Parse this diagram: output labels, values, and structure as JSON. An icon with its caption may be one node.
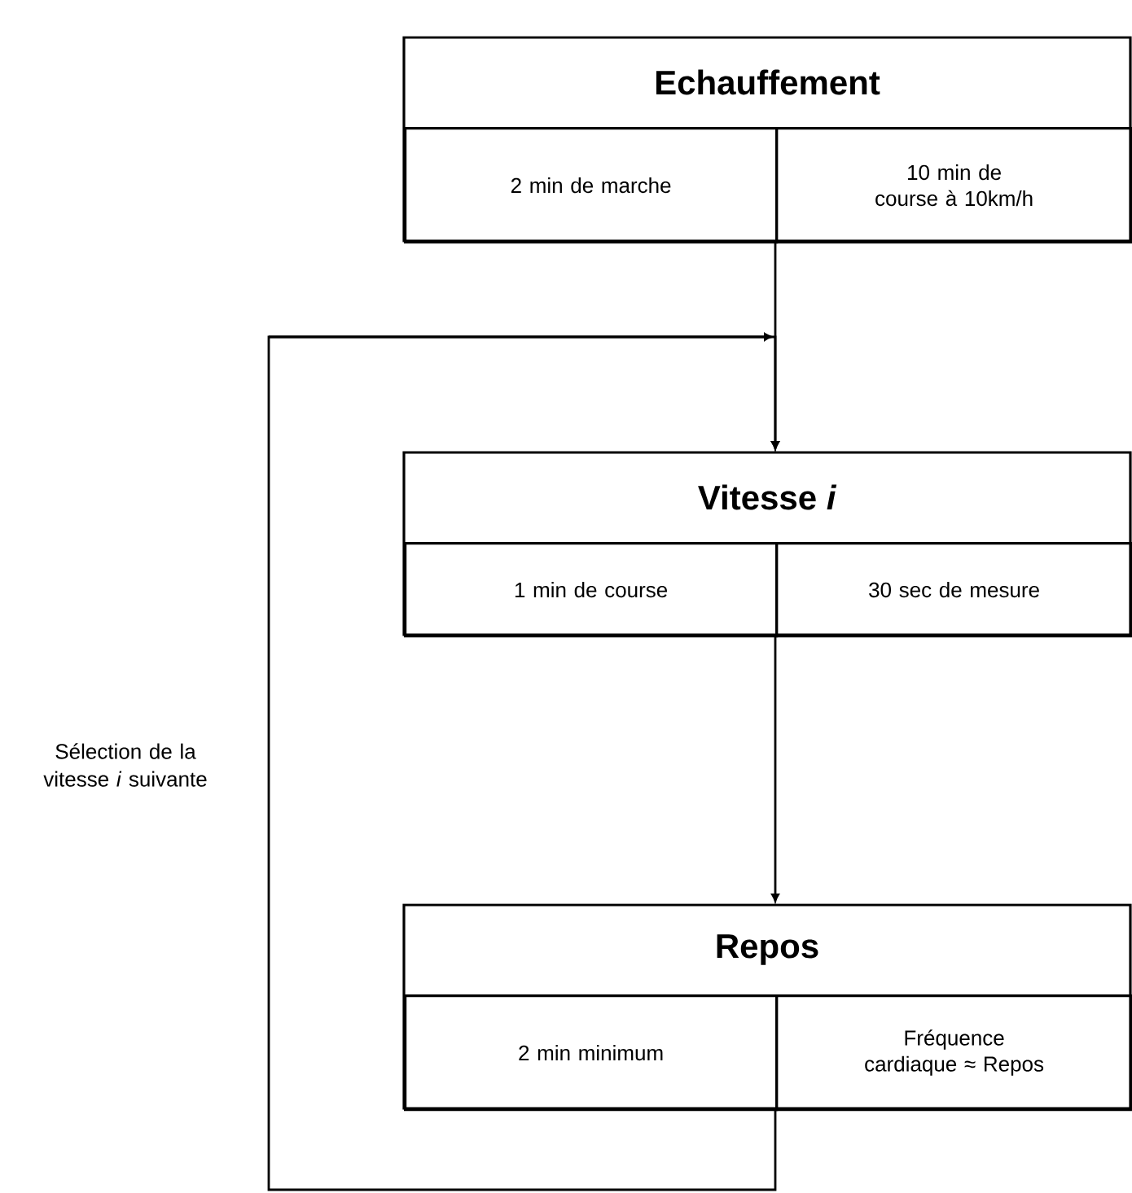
{
  "diagram": {
    "nodes": [
      {
        "text": [
          "Echauffement"
        ]
      },
      {
        "text": [
          "2 min de marche"
        ],
        "in": 0
      },
      {
        "text": [
          "10 min de course à 10km/h"
        ],
        "in": 0
      },
      {
        "text": [
          "Vitesse *i*"
        ]
      },
      {
        "text": [
          "1 min de course"
        ],
        "in": 3
      },
      {
        "text": [
          "30 sec de mesure"
        ],
        "in": 3
      },
      {
        "text": [
          "Repos"
        ]
      },
      {
        "text": [
          "2 min minimum"
        ],
        "in": 6
      },
      {
        "text": [
          "Fréquence cardiaque ≈ Repos"
        ],
        "in": 6
      }
    ],
    "edges": [
      {
        "from": 0,
        "to": 3,
        "arrow": "to"
      },
      {
        "from": 3,
        "to": 6,
        "arrow": "to"
      },
      {
        "from": 6,
        "to": 3,
        "arrow": "to",
        "label": "Sélection de la vitesse *i* suivante"
      }
    ]
  }
}
